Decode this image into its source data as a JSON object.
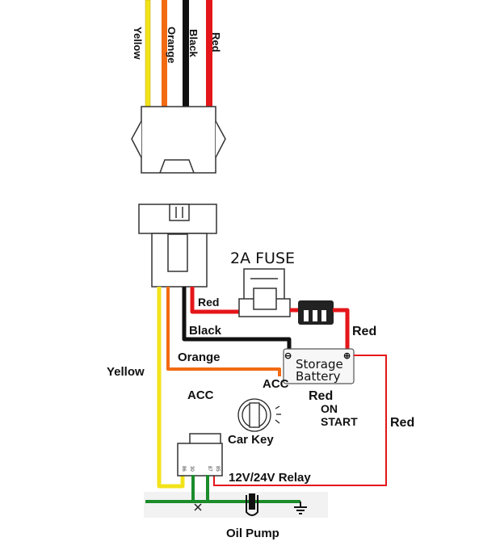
{
  "colors": {
    "yellow": "#f2e21a",
    "orange": "#f26a12",
    "black": "#111111",
    "red": "#e5161a",
    "green": "#1a8c2a",
    "outline": "#333333",
    "background": "#ffffff",
    "ground_band": "#f2f2f2"
  },
  "wire_labels_top": {
    "yellow": "Yellow",
    "orange": "Orange",
    "black": "Black",
    "red": "Red"
  },
  "fuse": {
    "title": "2A FUSE"
  },
  "wire_labels": {
    "red_fuse": "Red",
    "black": "Black",
    "orange": "Orange",
    "yellow": "Yellow",
    "red_battery": "Red",
    "red_right": "Red"
  },
  "battery": {
    "line1": "Storage",
    "line2": "Battery",
    "negative": "⊖",
    "positive": "⊕"
  },
  "ignition": {
    "acc_left": "ACC",
    "acc_right": "ACC",
    "red": "Red",
    "on": "ON",
    "start": "START",
    "car_key": "Car Key"
  },
  "relay": {
    "label": "12V/24V Relay",
    "pins": [
      "86",
      "30",
      "87",
      "85"
    ]
  },
  "pump": {
    "label": "Oil Pump"
  }
}
